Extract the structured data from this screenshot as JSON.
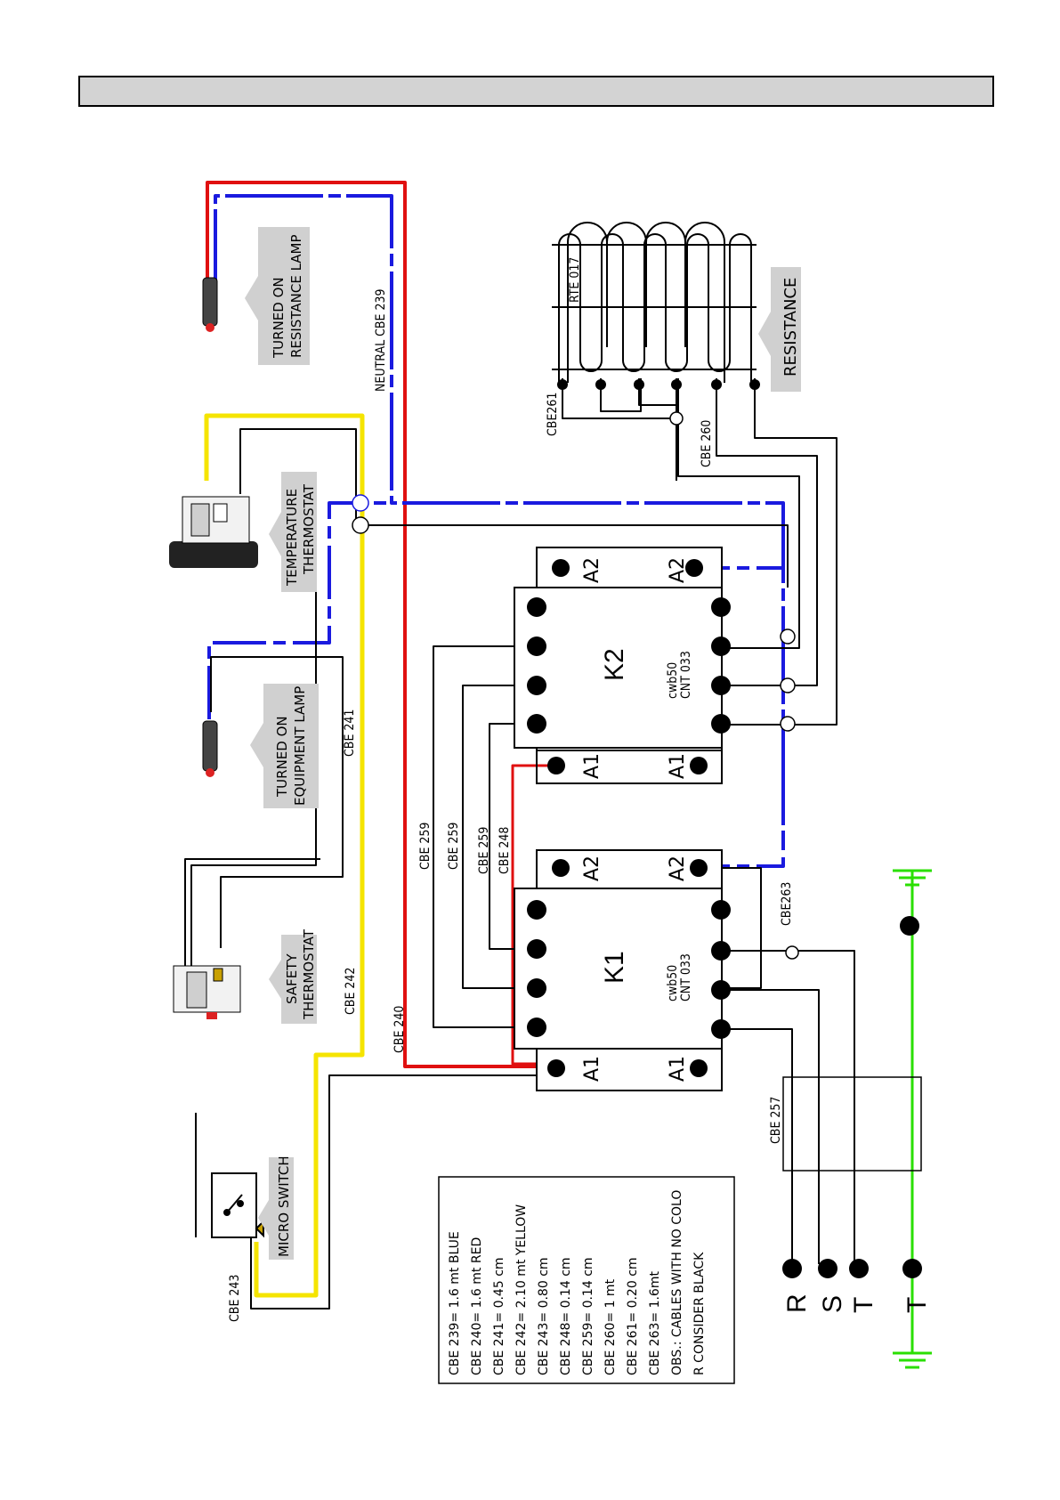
{
  "header": {
    "title": ""
  },
  "components": {
    "lamp_resistance": "TURNED ON\nRESISTANCE LAMP",
    "temp_thermostat": "TEMPERATURE\nTHERMOSTAT",
    "lamp_equipment": "TURNED ON\nEQUIPMENT LAMP",
    "safety_thermostat": "SAFETY\nTHERMOSTAT",
    "micro_switch": "MICRO SWITCH",
    "resistance": "RESISTANCE",
    "resistance_code": "RTE 017"
  },
  "contactors": [
    {
      "name": "K2",
      "model": "cwb50",
      "code": "CNT 033",
      "a1": "A1",
      "a2": "A2"
    },
    {
      "name": "K1",
      "model": "cwb50",
      "code": "CNT 033",
      "a1": "A1",
      "a2": "A2"
    }
  ],
  "cable_labels": {
    "neutral": "NEUTRAL CBE 239",
    "cbe241": "CBE 241",
    "cbe242": "CBE 242",
    "cbe240": "CBE 240",
    "cbe259a": "CBE 259",
    "cbe259b": "CBE 259",
    "cbe259c": "CBE 259",
    "cbe248": "CBE 248",
    "cbe261": "CBE261",
    "cbe260": "CBE 260",
    "cbe263": "CBE263",
    "cbe257": "CBE 257",
    "cbe243": "CBE 243"
  },
  "supply": {
    "r": "R",
    "s": "S",
    "t": "T",
    "ground": "T"
  },
  "legend": [
    "CBE 239= 1.6 mt BLUE",
    "CBE 240= 1.6 mt RED",
    "CBE 241= 0.45 cm",
    "CBE 242= 2.10 mt YELLOW",
    "CBE 243= 0.80 cm",
    "CBE 248= 0.14 cm",
    "CBE 259= 0.14 cm",
    "CBE 260= 1 mt",
    "CBE 261= 0.20 cm",
    "CBE 263= 1.6mt",
    "OBS.: CABLES WITH NO COLO",
    "R CONSIDER BLACK"
  ],
  "colors": {
    "blue": "#1a1adf",
    "red": "#e01010",
    "yellow": "#f5e400",
    "green": "#2adf00",
    "black": "#000000"
  }
}
